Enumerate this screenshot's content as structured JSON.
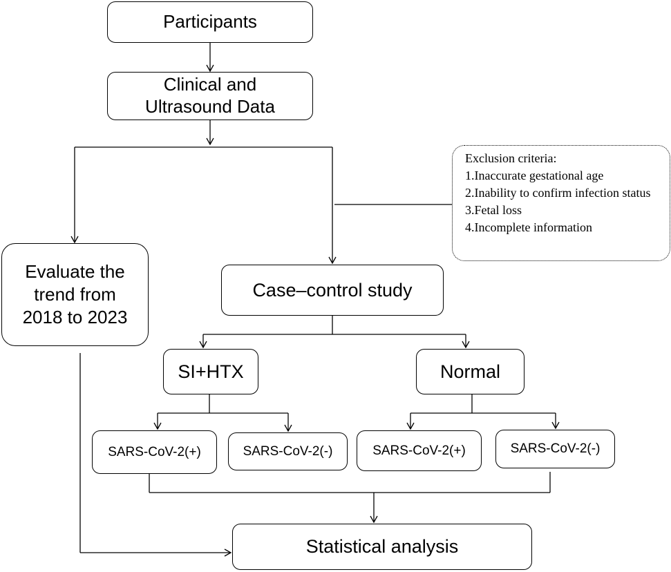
{
  "nodes": {
    "participants": "Participants",
    "clinical_line1": "Clinical and",
    "clinical_line2": "Ultrasound Data",
    "trend_line1": "Evaluate the",
    "trend_line2": "trend from",
    "trend_line3": "2018 to 2023",
    "case_control": "Case–control study",
    "si_htx": "SI+HTX",
    "normal": "Normal",
    "si_pos": "SARS-CoV-2(+)",
    "si_neg": "SARS-CoV-2(-)",
    "normal_pos": "SARS-CoV-2(+)",
    "normal_neg": "SARS-CoV-2(-)",
    "statistical": "Statistical analysis"
  },
  "exclusion": {
    "title": "Exclusion criteria:",
    "items": [
      "1.Inaccurate gestational age",
      "2.Inability to confirm infection status",
      "3.Fetal loss",
      "4.Incomplete information"
    ]
  }
}
